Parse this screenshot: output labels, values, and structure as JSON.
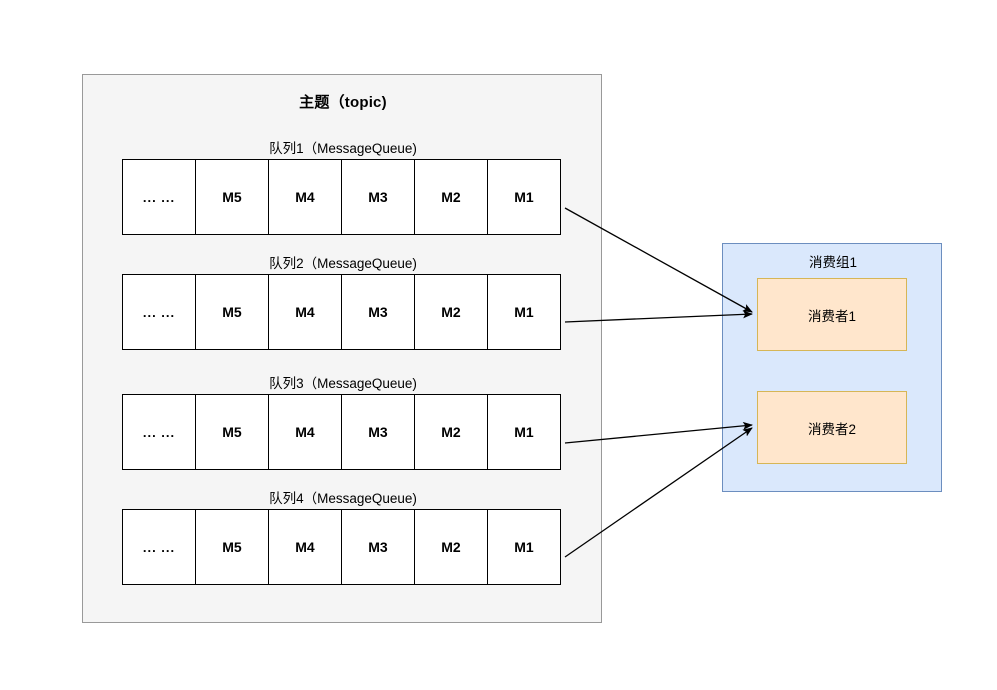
{
  "topic": {
    "title": "主题（topic)",
    "queues": [
      {
        "label": "队列1（MessageQueue)",
        "cells": [
          "... ...",
          "M5",
          "M4",
          "M3",
          "M2",
          "M1"
        ]
      },
      {
        "label": "队列2（MessageQueue)",
        "cells": [
          "... ...",
          "M5",
          "M4",
          "M3",
          "M2",
          "M1"
        ]
      },
      {
        "label": "队列3（MessageQueue)",
        "cells": [
          "... ...",
          "M5",
          "M4",
          "M3",
          "M2",
          "M1"
        ]
      },
      {
        "label": "队列4（MessageQueue)",
        "cells": [
          "... ...",
          "M5",
          "M4",
          "M3",
          "M2",
          "M1"
        ]
      }
    ]
  },
  "consumer_group": {
    "title": "消费组1",
    "consumers": [
      {
        "label": "消费者1"
      },
      {
        "label": "消费者2"
      }
    ]
  },
  "connections": [
    {
      "from": "队列1",
      "to": "消费者1"
    },
    {
      "from": "队列2",
      "to": "消费者1"
    },
    {
      "from": "队列3",
      "to": "消费者2"
    },
    {
      "from": "队列4",
      "to": "消费者2"
    }
  ],
  "colors": {
    "topic_fill": "#f5f5f5",
    "topic_border": "#999999",
    "cell_fill": "#ffffff",
    "cell_border": "#000000",
    "group_fill": "#dae8fc",
    "group_border": "#6c8ebf",
    "consumer_fill": "#ffe6cc",
    "consumer_border": "#d6b656",
    "arrow": "#000000"
  }
}
